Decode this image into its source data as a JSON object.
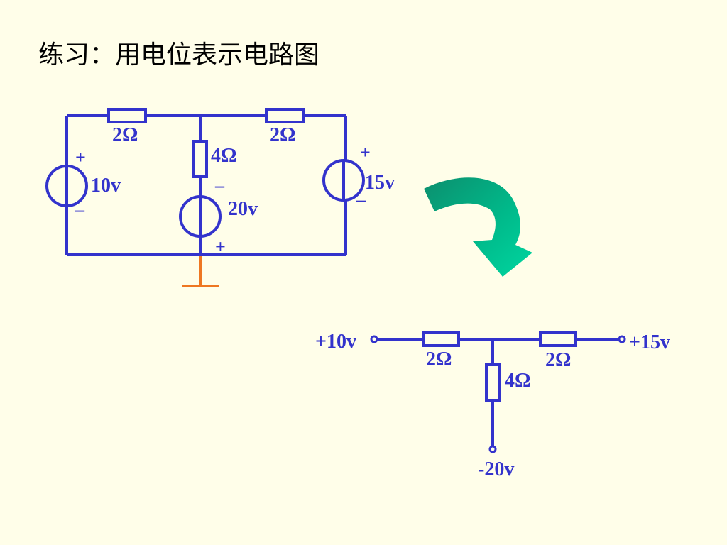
{
  "title": "练习：用电位表示电路图",
  "colors": {
    "background": "#FFFEE9",
    "wire": "#3333CC",
    "text": "#3333CC",
    "ground": "#EE7722",
    "arrow_dark": "#0C8F6E",
    "arrow_light": "#00D6A0"
  },
  "original_circuit": {
    "resistor_left": "2Ω",
    "resistor_right": "2Ω",
    "resistor_middle": "4Ω",
    "source_left": {
      "value": "10v",
      "plus": "+",
      "minus": "–"
    },
    "source_middle": {
      "value": "20v",
      "plus": "+",
      "minus": "–"
    },
    "source_right": {
      "value": "15v",
      "plus": "+",
      "minus": "–"
    }
  },
  "potential_circuit": {
    "terminal_left": "+10v",
    "terminal_right": "+15v",
    "terminal_bottom": "-20v",
    "resistor_left": "2Ω",
    "resistor_right": "2Ω",
    "resistor_middle": "4Ω"
  },
  "arrow_icon": "curved-arrow-down"
}
